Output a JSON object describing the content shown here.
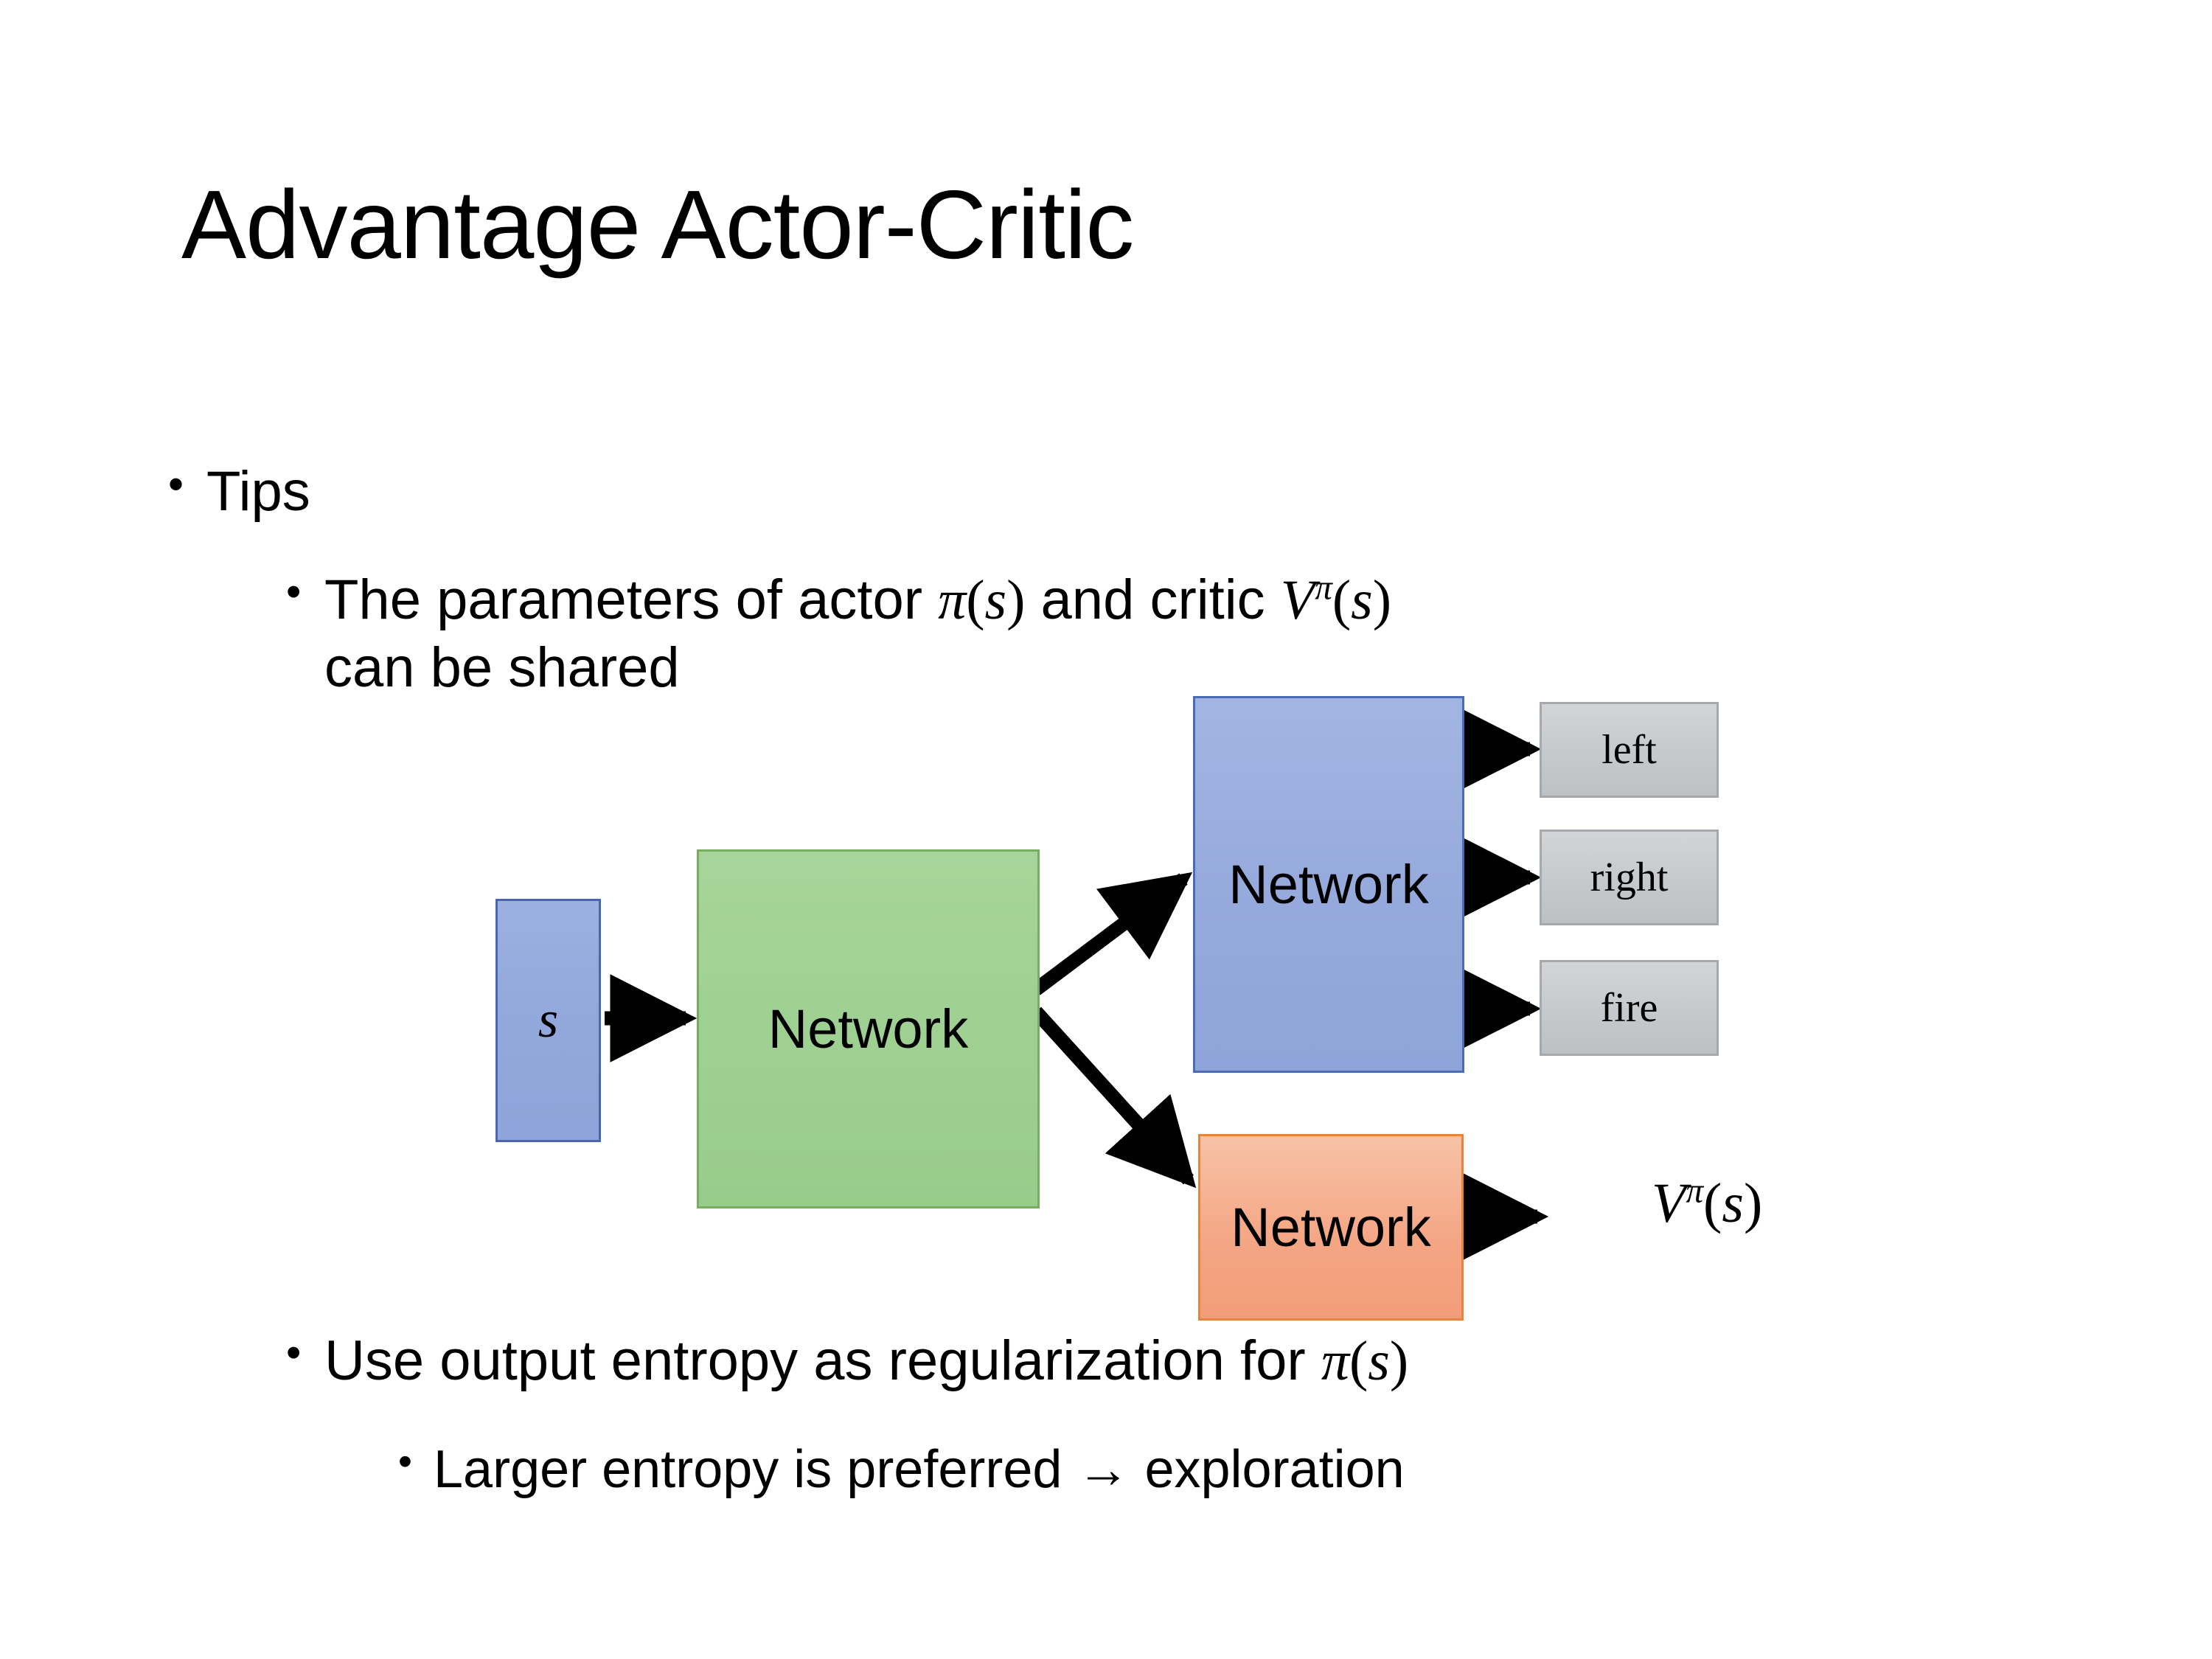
{
  "slide": {
    "title": "Advantage Actor-Critic",
    "background_color": "#ffffff"
  },
  "bullets": {
    "tips": {
      "marker": "•",
      "text": "Tips"
    },
    "parameters": {
      "marker": "•",
      "text_before_pi": "The parameters of actor ",
      "pi_symbol": "π",
      "pi_open": "(",
      "pi_arg": "s",
      "pi_close": ")",
      "text_middle": "  and critic ",
      "v_symbol": "V",
      "v_superscript": "π",
      "v_open": "(",
      "v_arg": "s",
      "v_close": ")",
      "line2": "can be shared",
      "plain": "The parameters of actor π(s)  and critic Vπ(s) can be shared"
    },
    "entropy": {
      "marker": "•",
      "text_before_pi": "Use output entropy as regularization for ",
      "pi_symbol": "π",
      "pi_open": "(",
      "pi_arg": "s",
      "pi_close": ")",
      "plain": "Use output entropy as regularization for π(s)"
    },
    "larger_entropy": {
      "marker": "•",
      "text": "Larger entropy is preferred → exploration"
    }
  },
  "diagram": {
    "state_box": {
      "label": "s",
      "fill": "#93a8dc",
      "border": "#4a66ac"
    },
    "shared_network": {
      "label": "Network",
      "fill": "#9ed092",
      "border": "#76ad5e"
    },
    "actor_network": {
      "label": "Network",
      "fill": "#96a9dc",
      "border": "#4a6cb5"
    },
    "critic_network": {
      "label": "Network",
      "fill": "#f4a583",
      "border": "#e8833c"
    },
    "action_outputs": [
      {
        "label": "left",
        "fill": "#c6c9cb",
        "border": "#a6a9ab"
      },
      {
        "label": "right",
        "fill": "#c6c9cb",
        "border": "#a6a9ab"
      },
      {
        "label": "fire",
        "fill": "#c6c9cb",
        "border": "#a6a9ab"
      }
    ],
    "value_output": {
      "symbol": "V",
      "superscript": "π",
      "open": "(",
      "arg": "s",
      "close": ")",
      "plain": "Vπ(s)"
    },
    "arrow_color": "#000000",
    "arrows": [
      {
        "name": "state-to-shared",
        "from": "state_box",
        "to": "shared_network"
      },
      {
        "name": "shared-to-actor",
        "from": "shared_network",
        "to": "actor_network"
      },
      {
        "name": "shared-to-critic",
        "from": "shared_network",
        "to": "critic_network"
      },
      {
        "name": "actor-to-left",
        "from": "actor_network",
        "to": "left"
      },
      {
        "name": "actor-to-right",
        "from": "actor_network",
        "to": "right"
      },
      {
        "name": "actor-to-fire",
        "from": "actor_network",
        "to": "fire"
      },
      {
        "name": "critic-to-value",
        "from": "critic_network",
        "to": "value_output"
      }
    ]
  }
}
